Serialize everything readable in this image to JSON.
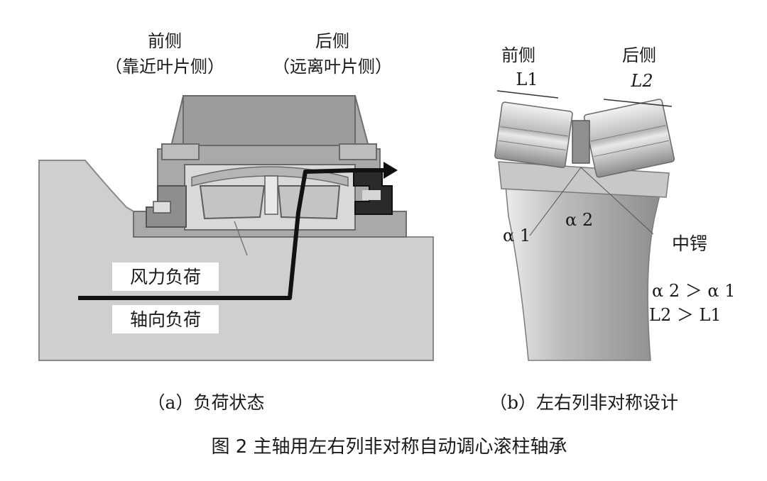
{
  "panel_a": {
    "front_side": "前侧",
    "front_side_note": "（靠近叶片侧）",
    "rear_side": "后侧",
    "rear_side_note": "（远离叶片侧）",
    "wind_load": "风力负荷",
    "axial_load": "轴向负荷",
    "caption": "（a）负荷状态"
  },
  "panel_b": {
    "front_side": "前侧",
    "rear_side": "后侧",
    "l1": "L1",
    "l2": "L2",
    "alpha1": "α 1",
    "alpha2": "α 2",
    "middle_rib": "中锷",
    "angle_relation": "α 2 ＞ α 1",
    "length_relation": "L2 ＞ L1",
    "caption": "（b）左右列非对称设计"
  },
  "figure": {
    "caption": "图 2  主轴用左右列非对称自动调心滚柱轴承"
  }
}
